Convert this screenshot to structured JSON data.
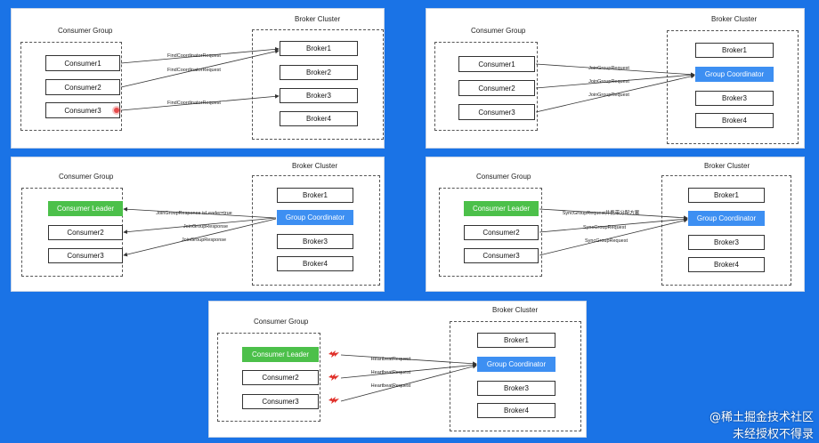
{
  "panels": [
    {
      "consumer_group_title": "Consumer Group",
      "broker_cluster_title": "Broker Cluster",
      "consumers": [
        "Consumer1",
        "Consumer2",
        "Consumer3"
      ],
      "brokers": [
        "Broker1",
        "Broker2",
        "Broker3",
        "Broker4"
      ],
      "arrows": [
        "FindCoordinatorRequest",
        "FindCoordinatorRequest",
        "FindCoordinatorRequest"
      ]
    },
    {
      "consumer_group_title": "Consumer Group",
      "broker_cluster_title": "Broker Cluster",
      "consumers": [
        "Consumer1",
        "Consumer2",
        "Consumer3"
      ],
      "brokers": [
        "Broker1",
        "Group Coordinator",
        "Broker3",
        "Broker4"
      ],
      "arrows": [
        "JoinGroupRequest",
        "JoinGroupRequest",
        "JoinGroupRequest"
      ]
    },
    {
      "consumer_group_title": "Consumer Group",
      "broker_cluster_title": "Broker Cluster",
      "consumers": [
        "Consumer Leader",
        "Consumer2",
        "Consumer3"
      ],
      "brokers": [
        "Broker1",
        "Group Coordinator",
        "Broker3",
        "Broker4"
      ],
      "arrows": [
        "JoinGroupResponse isLeader=true",
        "JoinGroupResponse",
        "JoinGroupResponse"
      ]
    },
    {
      "consumer_group_title": "Consumer Group",
      "broker_cluster_title": "Broker Cluster",
      "consumers": [
        "Consumer Leader",
        "Consumer2",
        "Consumer3"
      ],
      "brokers": [
        "Broker1",
        "Group Coordinator",
        "Broker3",
        "Broker4"
      ],
      "arrows": [
        "SyncGroupRequest并携带分配方案",
        "SyncGroupRequest",
        "SyncGroupRequest"
      ]
    },
    {
      "consumer_group_title": "Consumer Group",
      "broker_cluster_title": "Broker Cluster",
      "consumers": [
        "Consumer Leader",
        "Consumer2",
        "Consumer3"
      ],
      "brokers": [
        "Broker1",
        "Group Coordinator",
        "Broker3",
        "Broker4"
      ],
      "arrows": [
        "HeartbeatRequest",
        "HeartbeatRequest",
        "HeartbeatRequest"
      ]
    }
  ],
  "watermark": {
    "line1": "@稀土掘金技术社区",
    "line2": "未经授权不得录"
  },
  "colors": {
    "background": "#1a73e6",
    "leader": "#4cc04a",
    "coordinator": "#3d8ff2"
  }
}
